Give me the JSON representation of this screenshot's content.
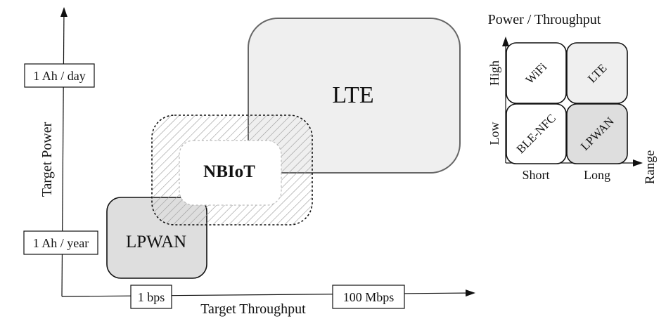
{
  "main_diagram": {
    "y_axis_label": "Target Power",
    "x_axis_label": "Target Throughput",
    "y_ticks": {
      "high": "1 Ah / day",
      "low": "1 Ah / year"
    },
    "x_ticks": {
      "low": "1 bps",
      "high": "100 Mbps"
    },
    "regions": {
      "lte": "LTE",
      "nbiot": "NBIoT",
      "lpwan": "LPWAN"
    }
  },
  "inset": {
    "title": "Power / Throughput",
    "x_axis_label": "Range",
    "x_ticks": [
      "Short",
      "Long"
    ],
    "y_ticks": [
      "High",
      "Low"
    ],
    "cells": {
      "top_left": "WiFi",
      "top_right": "LTE",
      "bottom_left": "BLE-NFC",
      "bottom_right": "LPWAN"
    }
  },
  "colors": {
    "lte_fill": "#efefef",
    "lpwan_fill": "#dedede",
    "stroke": "#111111",
    "hatch": "#888888"
  }
}
